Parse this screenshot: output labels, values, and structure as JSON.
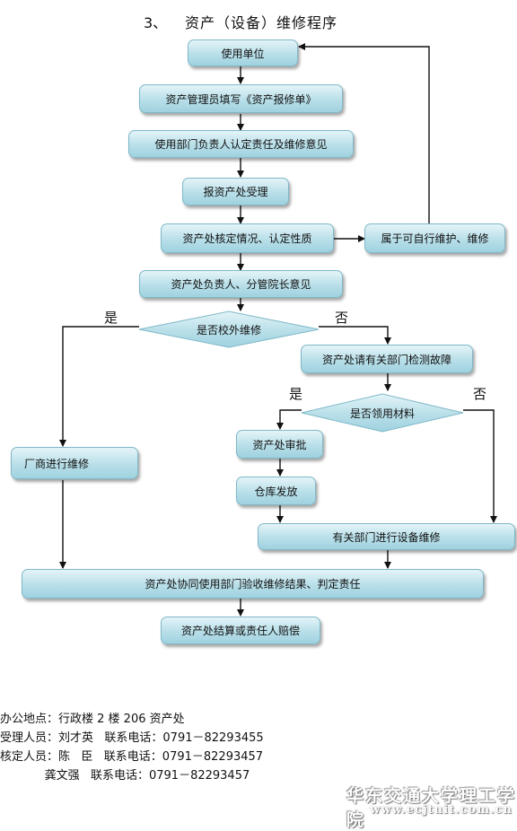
{
  "title": {
    "number": "3、",
    "text": "资产（设备）维修程序"
  },
  "steps": {
    "user_unit": "使用单位",
    "fill_form": "资产管理员填写《资产报修单》",
    "dept_opinion": "使用部门负责人认定责任及维修意见",
    "report": "报资产处受理",
    "verify": "资产处核定情况、认定性质",
    "self_repair": "属于可自行维护、维修",
    "leader_opinion": "资产处负责人、分管院长意见",
    "outside_decision": "是否校外维修",
    "vendor_repair": "厂商进行维修",
    "inspect": "资产处请有关部门检测故障",
    "material_decision": "是否领用材料",
    "approve": "资产处审批",
    "warehouse": "仓库发放",
    "dept_repair": "有关部门进行设备维修",
    "acceptance": "资产处协同使用部门验收维修结果、判定责任",
    "settle": "资产处结算或责任人赔偿"
  },
  "branch_labels": {
    "yes": "是",
    "no": "否"
  },
  "contacts": {
    "location": "办公地点：行政楼 2 楼 206 资产处",
    "receiver": "受理人员：刘才英   联系电话：0791－82293455",
    "verifier1": "核定人员：陈   臣   联系电话：0791－82293457",
    "verifier2": "            龚文强   联系电话：0791－82293457"
  },
  "watermark": {
    "school": "华东交通大学理工学院",
    "url": "www.ecjtuit.com.cn"
  }
}
